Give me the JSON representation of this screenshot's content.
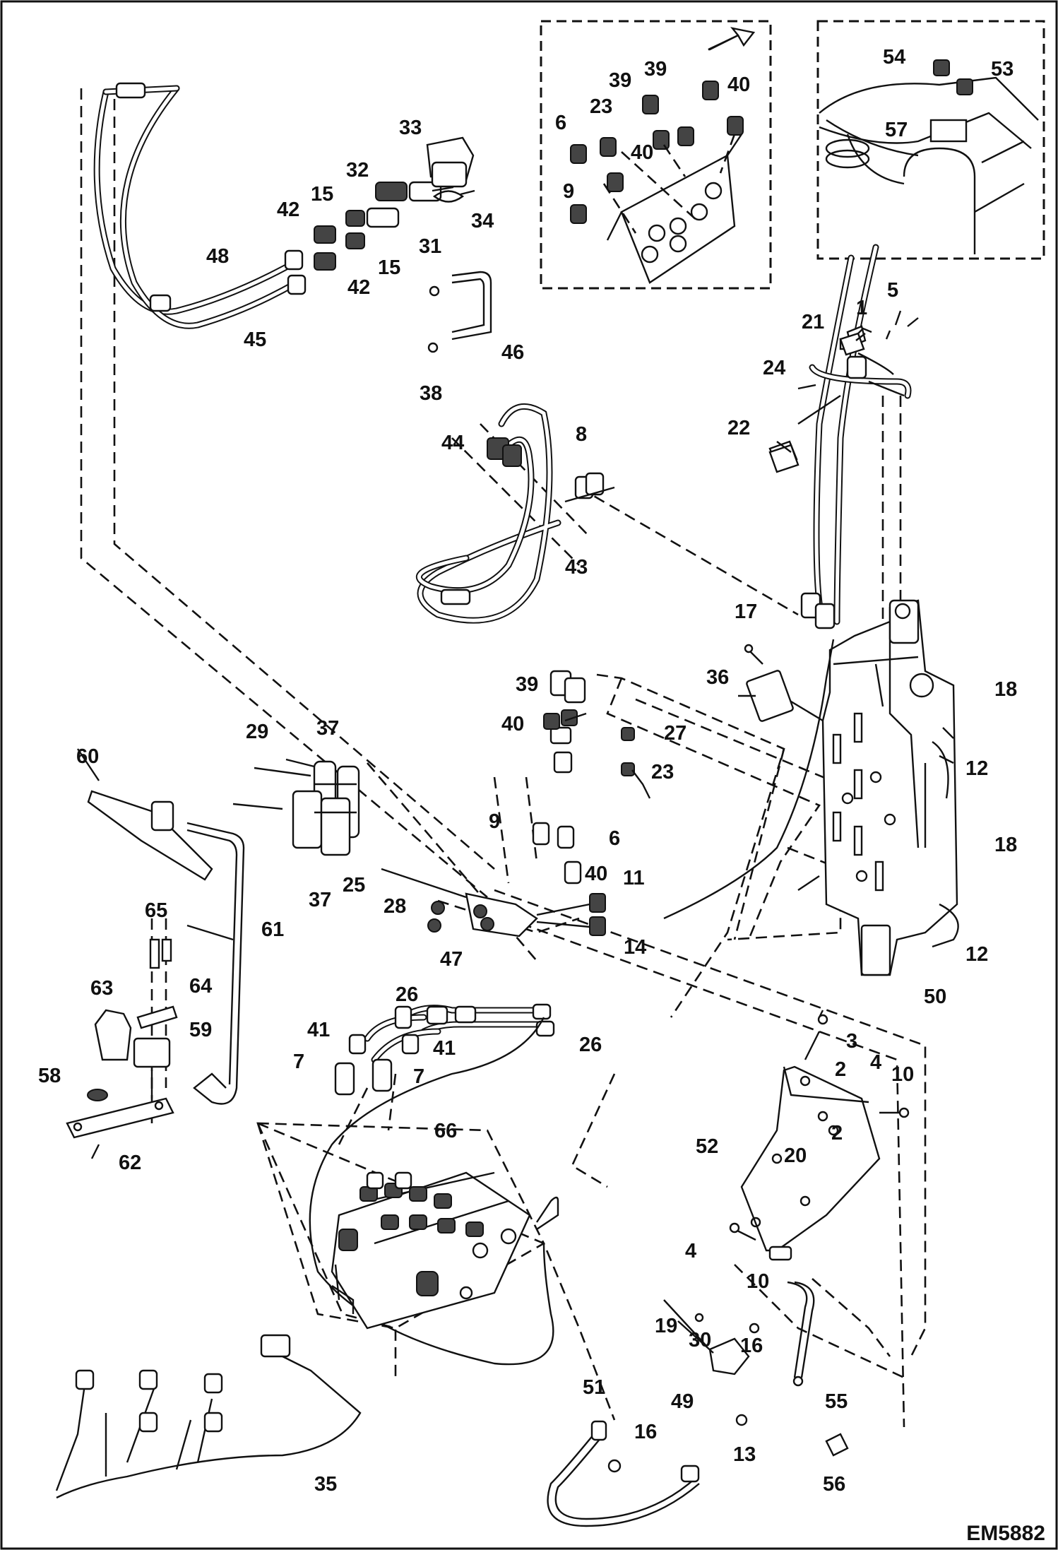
{
  "drawing_code": "EM5882",
  "callouts": {
    "c1": "1",
    "c2a": "2",
    "c2b": "2",
    "c3": "3",
    "c4a": "4",
    "c4b": "4",
    "c5": "5",
    "c6a": "6",
    "c6b": "6",
    "c7a": "7",
    "c7b": "7",
    "c8": "8",
    "c9a": "9",
    "c9b": "9",
    "c10a": "10",
    "c10b": "10",
    "c11": "11",
    "c12a": "12",
    "c12b": "12",
    "c13": "13",
    "c14": "14",
    "c15a": "15",
    "c15b": "15",
    "c16a": "16",
    "c16b": "16",
    "c17": "17",
    "c18a": "18",
    "c18b": "18",
    "c19": "19",
    "c20": "20",
    "c21": "21",
    "c22": "22",
    "c23a": "23",
    "c23b": "23",
    "c24": "24",
    "c25": "25",
    "c26a": "26",
    "c26b": "26",
    "c27": "27",
    "c28": "28",
    "c29": "29",
    "c30": "30",
    "c31": "31",
    "c32": "32",
    "c33": "33",
    "c34": "34",
    "c35": "35",
    "c36": "36",
    "c37a": "37",
    "c37b": "37",
    "c38": "38",
    "c39a": "39",
    "c39b": "39",
    "c39c": "39",
    "c40a": "40",
    "c40b": "40",
    "c40c": "40",
    "c40d": "40",
    "c41a": "41",
    "c41b": "41",
    "c42a": "42",
    "c42b": "42",
    "c43": "43",
    "c44": "44",
    "c45": "45",
    "c46": "46",
    "c47": "47",
    "c48": "48",
    "c49": "49",
    "c50": "50",
    "c51": "51",
    "c52": "52",
    "c53": "53",
    "c54": "54",
    "c55": "55",
    "c56": "56",
    "c57": "57",
    "c58": "58",
    "c59": "59",
    "c60": "60",
    "c61": "61",
    "c62": "62",
    "c63": "63",
    "c64": "64",
    "c65": "65",
    "c66": "66"
  }
}
